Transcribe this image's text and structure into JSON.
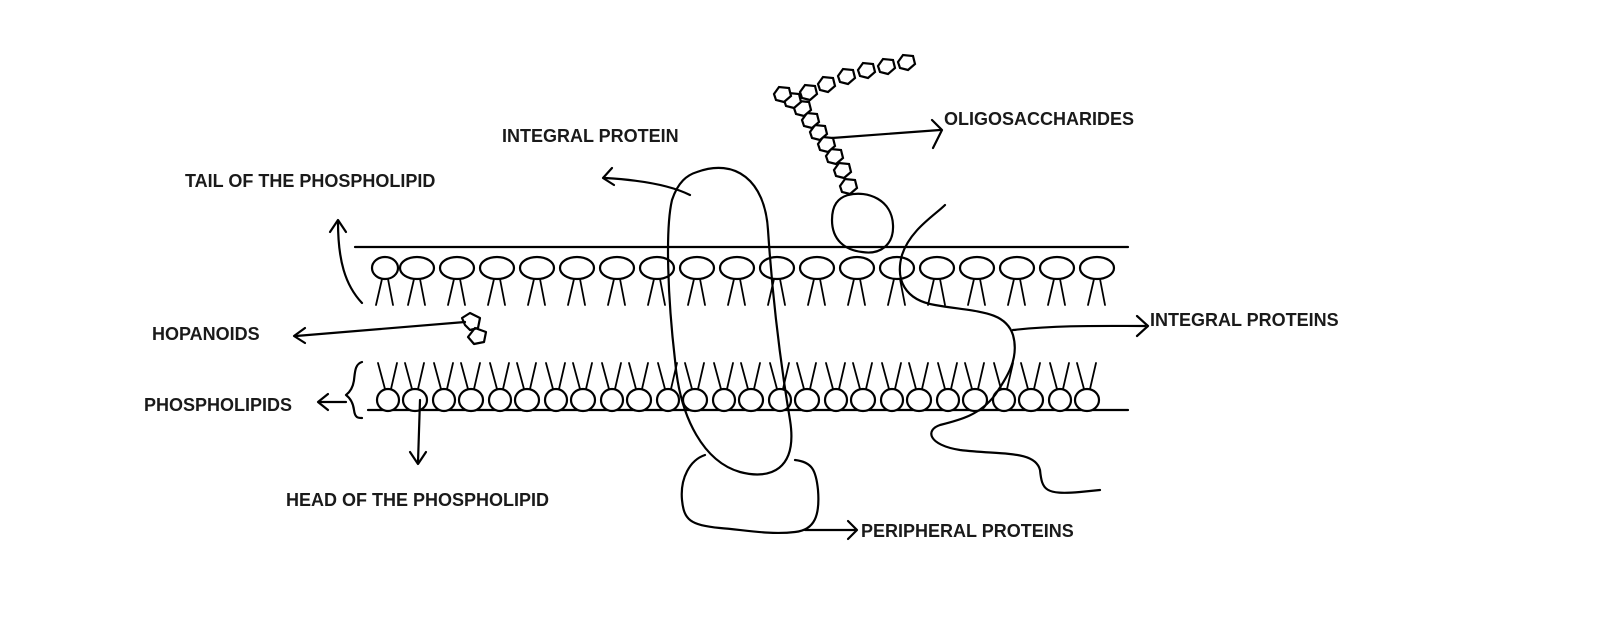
{
  "labels": {
    "integral_protein": "INTEGRAL PROTEIN",
    "oligosaccharides": "OLIGOSACCHARIDES",
    "tail_of_phospholipid": "TAIL OF THE PHOSPHOLIPID",
    "hopanoids": "HOPANOIDS",
    "integral_proteins": "INTEGRAL PROTEINS",
    "phospholipids": "PHOSPHOLIPIDS",
    "head_of_phospholipid": "HEAD OF THE PHOSPHOLIPID",
    "peripheral_proteins": "PERIPHERAL PROTEINS"
  },
  "colors": {
    "ink": "#000000",
    "text": "#1a1a1a",
    "background": "#ffffff"
  }
}
